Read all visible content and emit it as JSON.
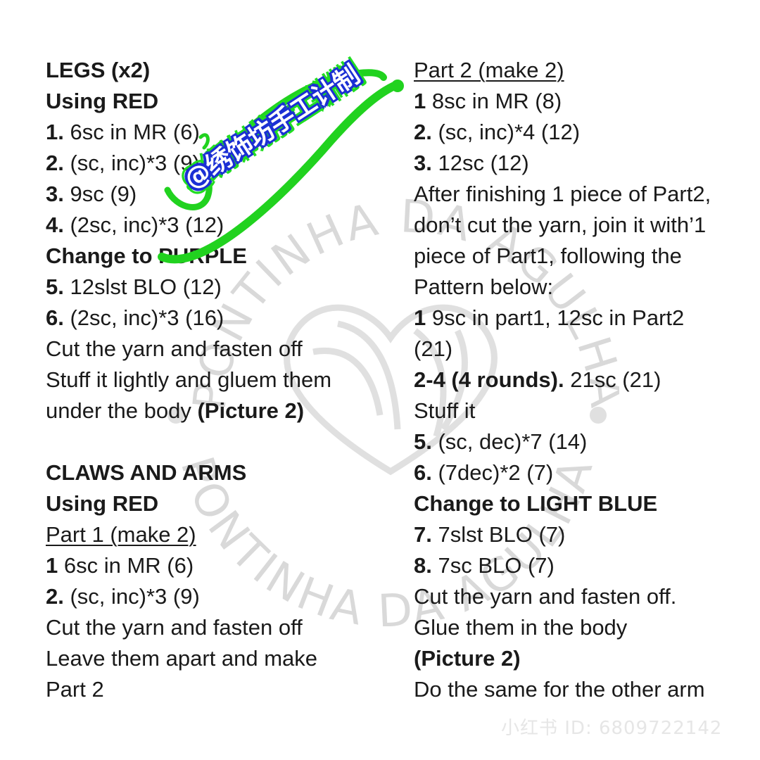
{
  "watermark": {
    "arc_text_top": "PONTINHA DA AGULHA",
    "arc_text_bottom": "PONTINHA DA AGULHA"
  },
  "stamp": {
    "text": "@绣饰坊手工计制"
  },
  "left": {
    "legs_heading": "LEGS (x2)",
    "legs_color": "Using RED",
    "legs_steps": [
      {
        "num": "1.",
        "text": " 6sc in MR (6)"
      },
      {
        "num": "2.",
        "text": " (sc, inc)*3 (9)"
      },
      {
        "num": "3.",
        "text": " 9sc (9)"
      },
      {
        "num": "4.",
        "text": " (2sc, inc)*3 (12)"
      }
    ],
    "change_purple": "Change to PURPLE",
    "legs_steps_2": [
      {
        "num": "5.",
        "text": " 12slst BLO (12)"
      },
      {
        "num": "6.",
        "text": " (2sc, inc)*3 (16)"
      }
    ],
    "legs_cut": "Cut the yarn and fasten off",
    "legs_stuff": "Stuff it lightly and gluem them",
    "legs_under_text": "under the body ",
    "legs_under_pic": "(Picture 2)",
    "claws_heading": "CLAWS AND ARMS",
    "claws_color": "Using RED",
    "part1_title": "Part 1 (make 2)",
    "part1_steps": [
      {
        "num": "1",
        "text": " 6sc in MR (6)"
      },
      {
        "num": "2.",
        "text": " (sc, inc)*3 (9)"
      }
    ],
    "part1_cut": "Cut the yarn and fasten off",
    "part1_leave": "Leave them apart and make",
    "part1_part2": "Part 2"
  },
  "right": {
    "part2_title": "Part 2 (make 2)",
    "part2_steps": [
      {
        "num": "1",
        "text": " 8sc in MR (8)"
      },
      {
        "num": "2.",
        "text": " (sc, inc)*4 (12)"
      },
      {
        "num": "3.",
        "text": " 12sc (12)"
      }
    ],
    "after_lines": [
      "After finishing 1 piece of Part2,",
      "don’t cut the yarn, join it with’1",
      "piece of Part1, following the",
      "Pattern below:"
    ],
    "join_num": "1",
    "join_text": " 9sc in part1, 12sc in Part2",
    "join_count": "(21)",
    "rounds_label": "2-4 (4 rounds).",
    "rounds_text": " 21sc (21)",
    "stuff": "Stuff it",
    "steps_after": [
      {
        "num": "5.",
        "text": " (sc, dec)*7 (14)"
      },
      {
        "num": "6.",
        "text": " (7dec)*2 (7)"
      }
    ],
    "change_blue": "Change to LIGHT BLUE",
    "steps_blue": [
      {
        "num": "7.",
        "text": " 7slst BLO (7)"
      },
      {
        "num": "8.",
        "text": " 7sc BLO (7)"
      }
    ],
    "end_cut": "Cut the yarn and fasten off.",
    "end_glue": "Glue them in the body",
    "end_pic": "(Picture 2)",
    "end_same": "Do the same for the other arm"
  },
  "footer": {
    "id": "小红书 ID: 6809722142"
  }
}
